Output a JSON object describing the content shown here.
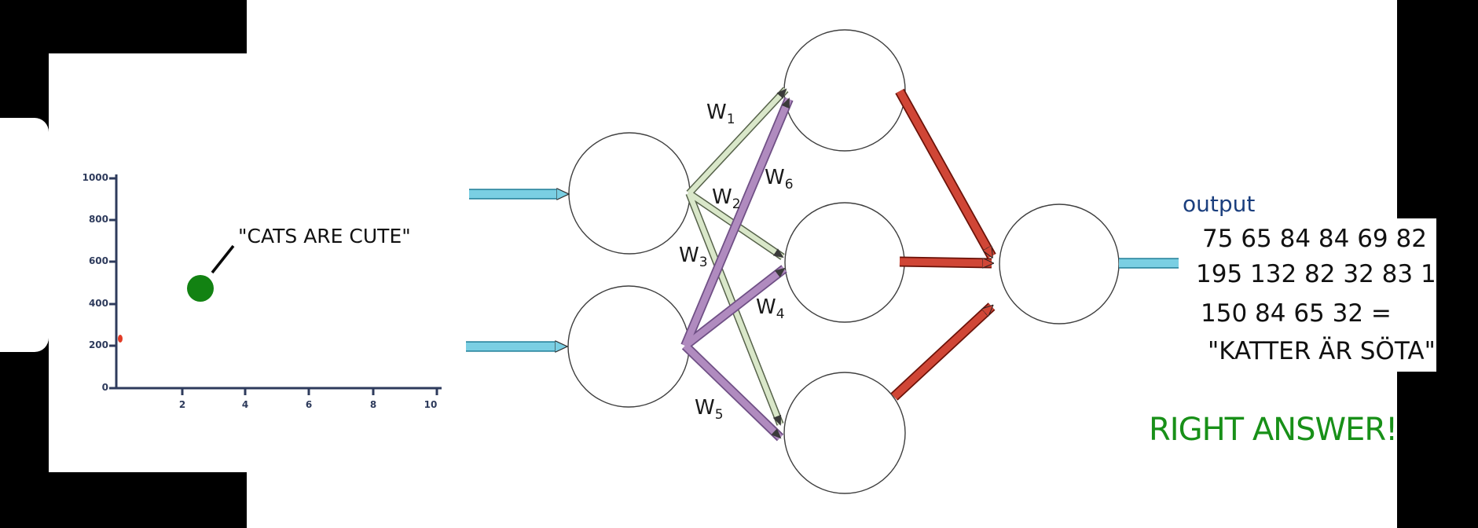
{
  "colors": {
    "frame_black": "#000000",
    "text_black": "#111111",
    "axis_navy": "#2e3b5c",
    "point_green": "#128212",
    "mini_mark_red": "#e23b25",
    "edge_green_fill": "#d9e7c9",
    "edge_green_border": "#56624a",
    "edge_purple_fill": "#b08bbf",
    "edge_purple_border": "#6f4f85",
    "edge_red_fill": "#d04636",
    "edge_red_border": "#6b1208",
    "arrow_cyan_fill": "#7acfe3",
    "arrow_cyan_border": "#318ba3",
    "arrowhead_dark": "#3a3a3a",
    "node_stroke": "#3f3f3f",
    "output_label_blue": "#1b3f7e",
    "answer_green": "#189018"
  },
  "mini_chart": {
    "type": "scatter",
    "title": "",
    "xlabel": "",
    "ylabel": "",
    "xlim": [
      0,
      10
    ],
    "ylim": [
      0,
      1000
    ],
    "y_ticks": [
      "1000",
      "800",
      "600",
      "400",
      "200",
      "0"
    ],
    "x_ticks": [
      "2",
      "4",
      "6",
      "8",
      "10"
    ],
    "points": [
      {
        "x": 2.5,
        "y": 475,
        "color": "green",
        "label": "\"CATS ARE CUTE\""
      },
      {
        "x": 0.1,
        "y": 230,
        "color": "red",
        "label": ""
      }
    ],
    "point_label": "\"CATS ARE CUTE\""
  },
  "network": {
    "layers": {
      "input": 2,
      "hidden": 3,
      "output": 1
    },
    "weights": [
      {
        "base": "W",
        "sub": "1"
      },
      {
        "base": "W",
        "sub": "2"
      },
      {
        "base": "W",
        "sub": "3"
      },
      {
        "base": "W",
        "sub": "4"
      },
      {
        "base": "W",
        "sub": "5"
      },
      {
        "base": "W",
        "sub": "6"
      }
    ]
  },
  "output_panel": {
    "label": "output",
    "lines": [
      "75 65 84 84 69 82",
      "195 132 82 32 83 1",
      "150 84 65 32 =",
      "\"KATTER ÄR SÖTA\""
    ],
    "answer": "RIGHT ANSWER!"
  }
}
